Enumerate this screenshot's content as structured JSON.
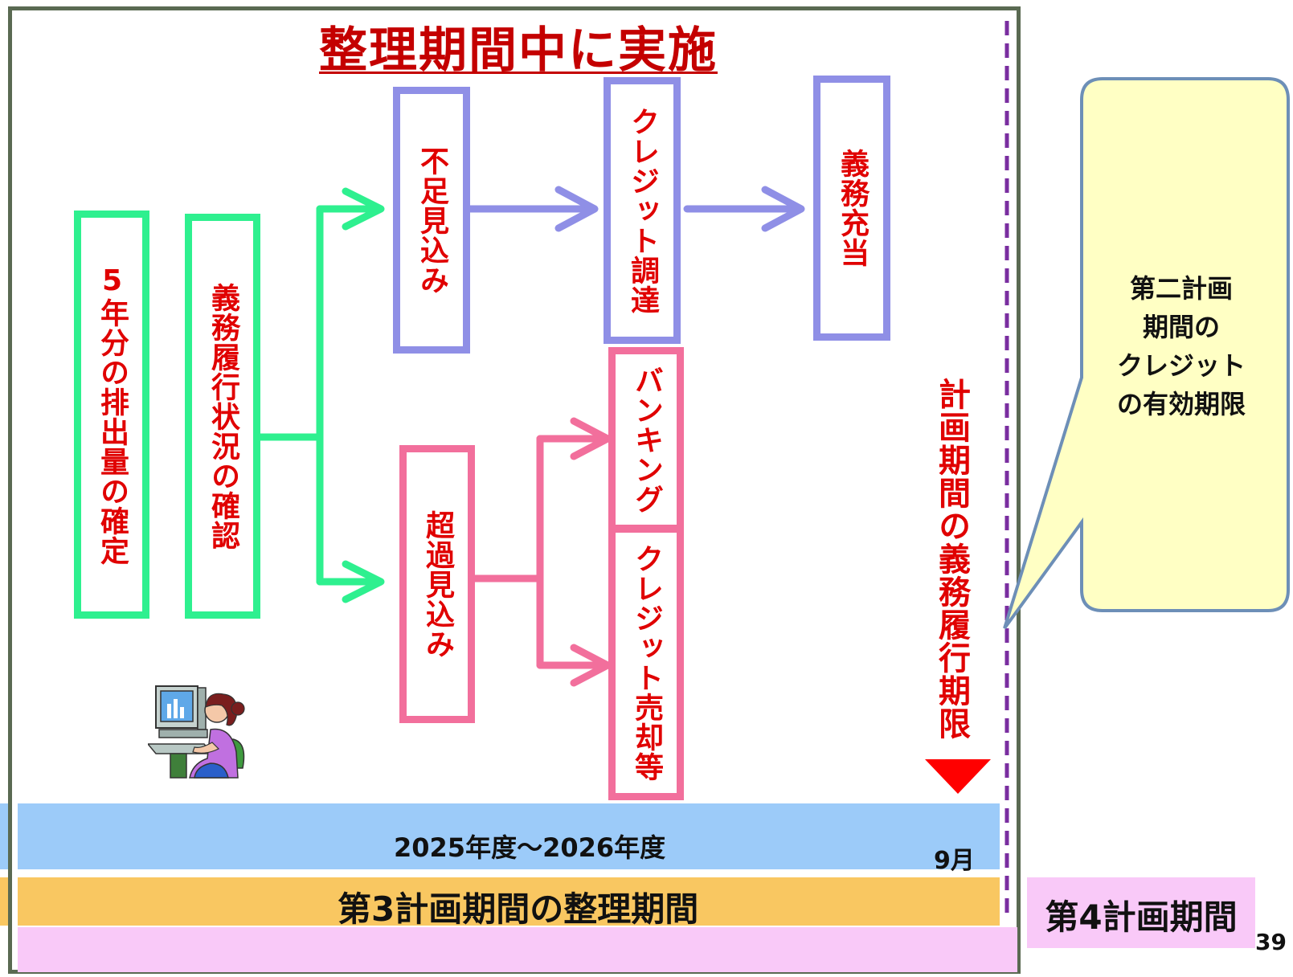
{
  "title": "整理期間中に実施",
  "boxes": {
    "emissions": "5年分の排出量の確定",
    "compliance_check": "義務履行状況の確認",
    "shortfall": "不足見込み",
    "credit_procure": "クレジット調達",
    "obligation": "義務充当",
    "excess": "超過見込み",
    "banking": "バンキング",
    "credit_sale": "クレジット売却等"
  },
  "deadline_label": "計画期間の義務履行期限",
  "callout": {
    "lines": [
      "第二計画",
      "期間の",
      "クレジット",
      "の有効期限"
    ]
  },
  "timeline": {
    "years": "2025年度～2026年度",
    "month": "9月",
    "adjustment_period": "第3計画期間の整理期間",
    "next_period": "第4計画期間"
  },
  "page_number": "39",
  "colors": {
    "green": "#2ef08f",
    "purple": "#8f8fe6",
    "pink": "#f26f9c",
    "red_text": "#e00000",
    "title_red": "#c40000",
    "dash": "#7a2ea0"
  },
  "icons": [
    "person-at-computer-icon"
  ]
}
